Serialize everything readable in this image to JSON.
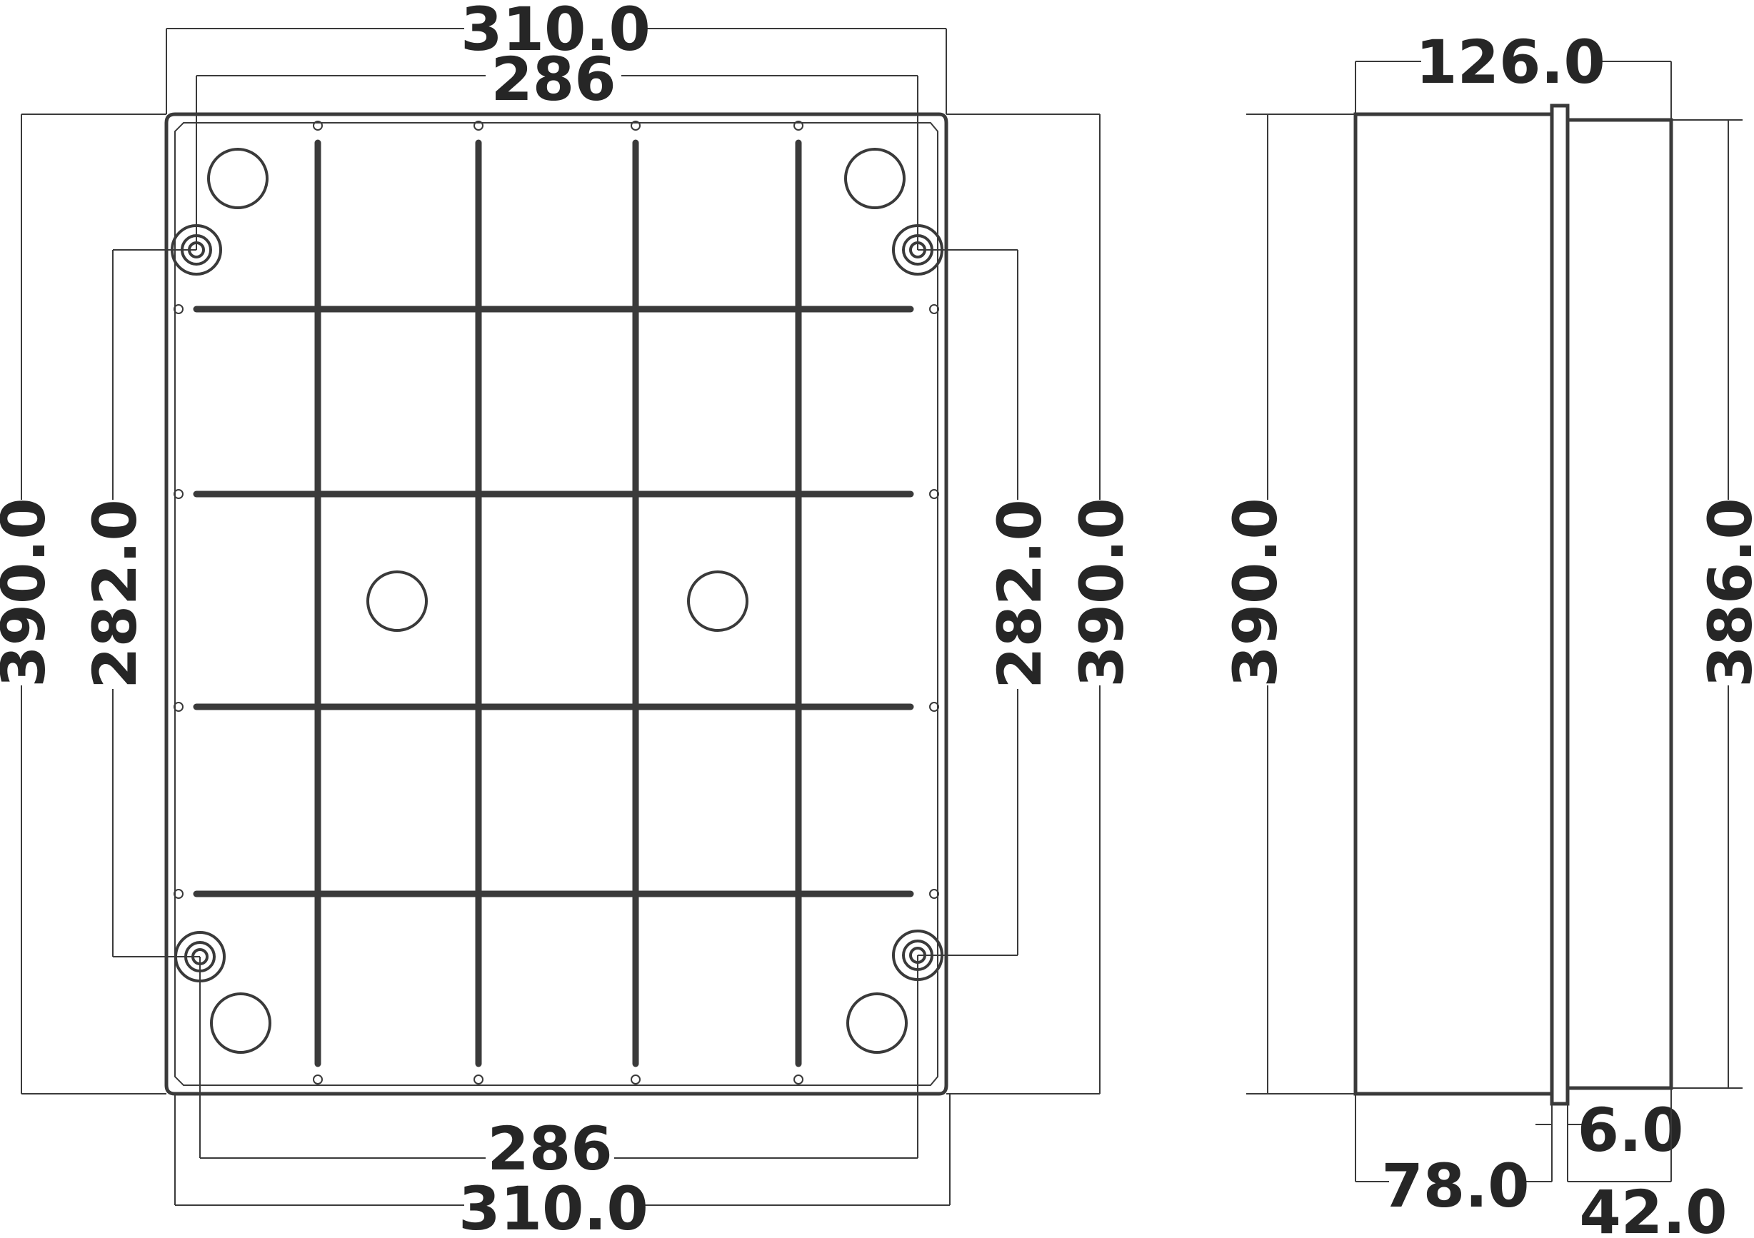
{
  "front_view": {
    "top_outer_width": "310.0",
    "top_inner_width": "286",
    "bottom_inner_width": "286",
    "bottom_outer_width": "310.0",
    "left_outer_height": "390.0",
    "left_inner_height": "282.0",
    "right_inner_height": "282.0",
    "right_outer_height": "390.0"
  },
  "side_view": {
    "total_depth": "126.0",
    "body_height": "390.0",
    "lid_height": "386.0",
    "flange_thickness": "6.0",
    "base_depth": "78.0",
    "lid_depth": "42.0"
  }
}
